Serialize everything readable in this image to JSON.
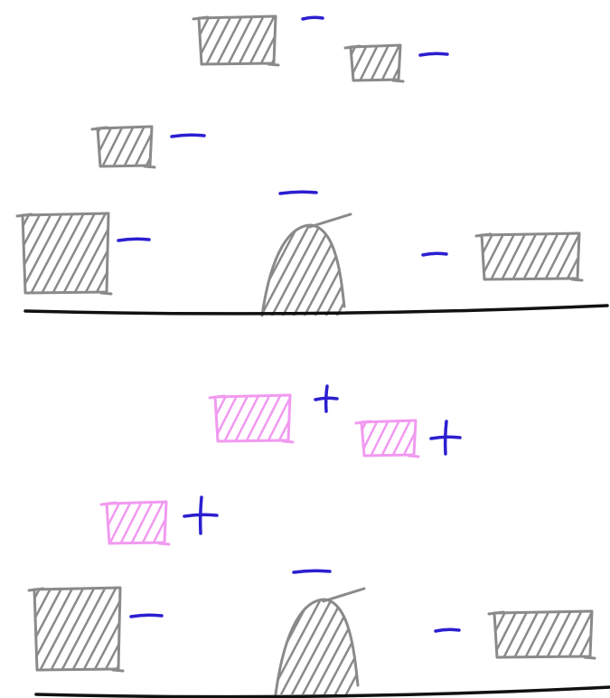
{
  "colors": {
    "background": "#ffffff",
    "ground_line": "#111111",
    "neutral_shape": "#8a8a8a",
    "positive_shape": "#f19af0",
    "sign": "#2c1fd0"
  },
  "panels": [
    {
      "name": "top-panel",
      "items": [
        {
          "kind": "rect",
          "state": "neutral",
          "sign": "minus"
        },
        {
          "kind": "rect",
          "state": "neutral",
          "sign": "minus"
        },
        {
          "kind": "rect",
          "state": "neutral",
          "sign": "minus"
        },
        {
          "kind": "rect",
          "state": "neutral",
          "sign": "minus"
        },
        {
          "kind": "dome",
          "state": "neutral",
          "sign": "minus"
        },
        {
          "kind": "rect",
          "state": "neutral",
          "sign": "minus"
        }
      ]
    },
    {
      "name": "bottom-panel",
      "items": [
        {
          "kind": "rect",
          "state": "positive",
          "sign": "plus"
        },
        {
          "kind": "rect",
          "state": "positive",
          "sign": "plus"
        },
        {
          "kind": "rect",
          "state": "positive",
          "sign": "plus"
        },
        {
          "kind": "rect",
          "state": "neutral",
          "sign": "minus"
        },
        {
          "kind": "dome",
          "state": "neutral",
          "sign": "minus"
        },
        {
          "kind": "rect",
          "state": "neutral",
          "sign": "minus"
        }
      ]
    }
  ]
}
